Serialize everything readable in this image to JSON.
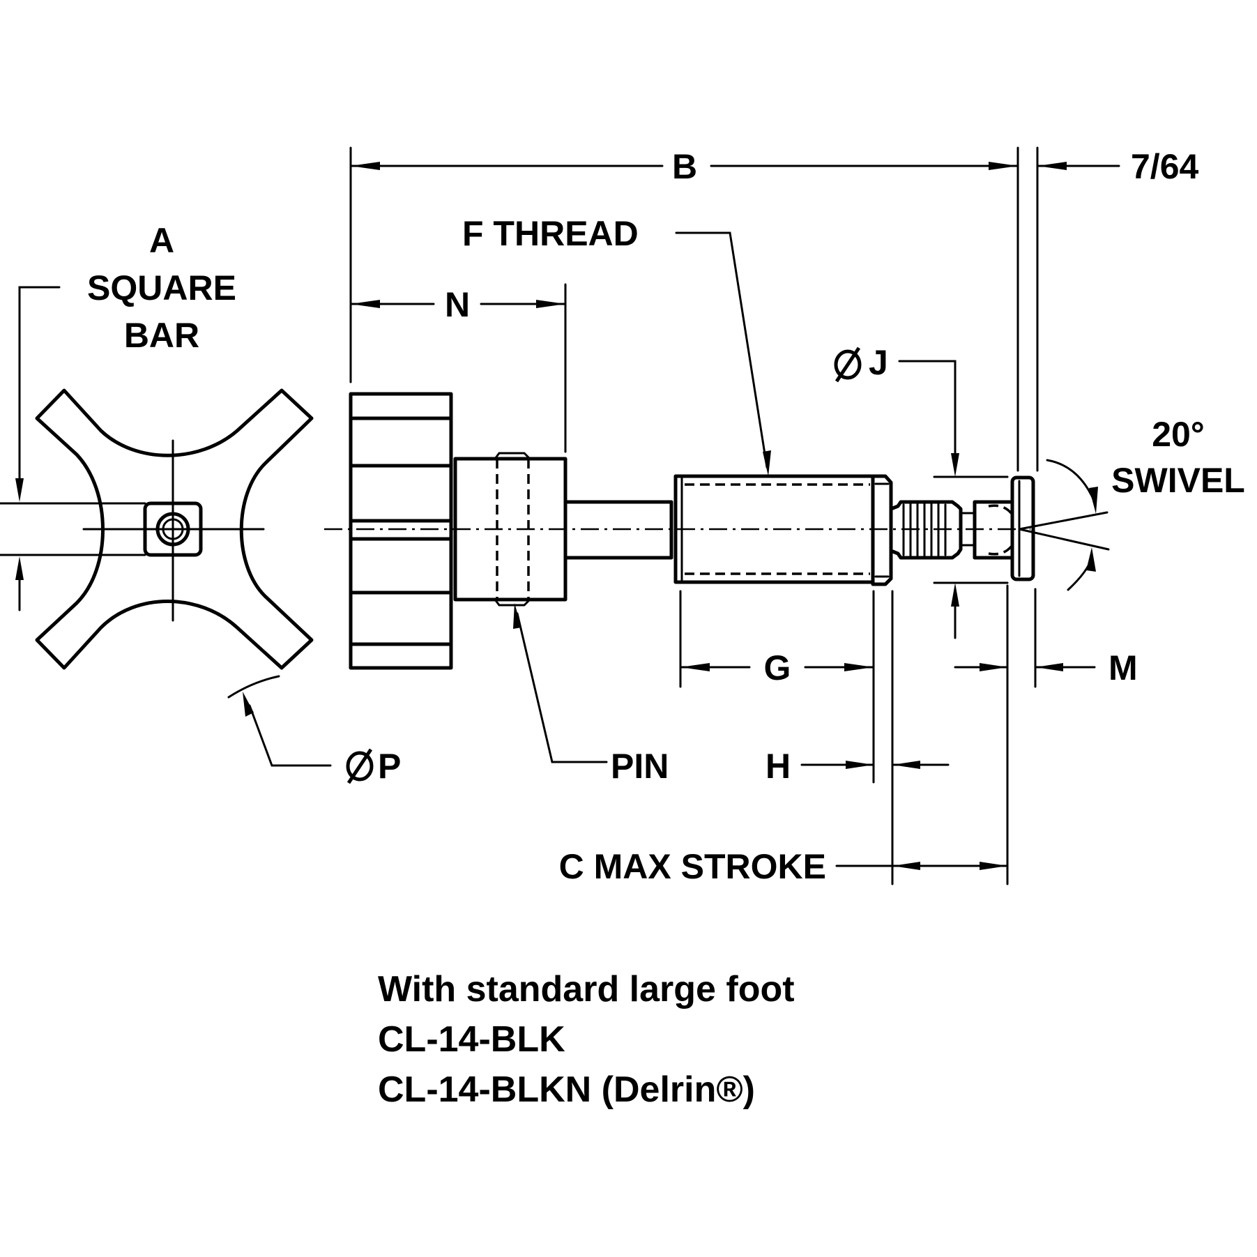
{
  "labels": {
    "dim_b": "B",
    "dim_7_64": "7/64",
    "f_thread": "F THREAD",
    "a_line1": "A",
    "a_line2": "SQUARE",
    "a_line3": "BAR",
    "dim_n": "N",
    "dia_j": "J",
    "swivel_deg": "20°",
    "swivel_word": "SWIVEL",
    "dim_g": "G",
    "dim_m": "M",
    "dia_p": "P",
    "pin": "PIN",
    "dim_h": "H",
    "c_max_stroke": "C MAX STROKE"
  },
  "caption": {
    "line1": "With standard large foot",
    "line2": "CL-14-BLK",
    "line3": "CL-14-BLKN (Delrin®)"
  }
}
